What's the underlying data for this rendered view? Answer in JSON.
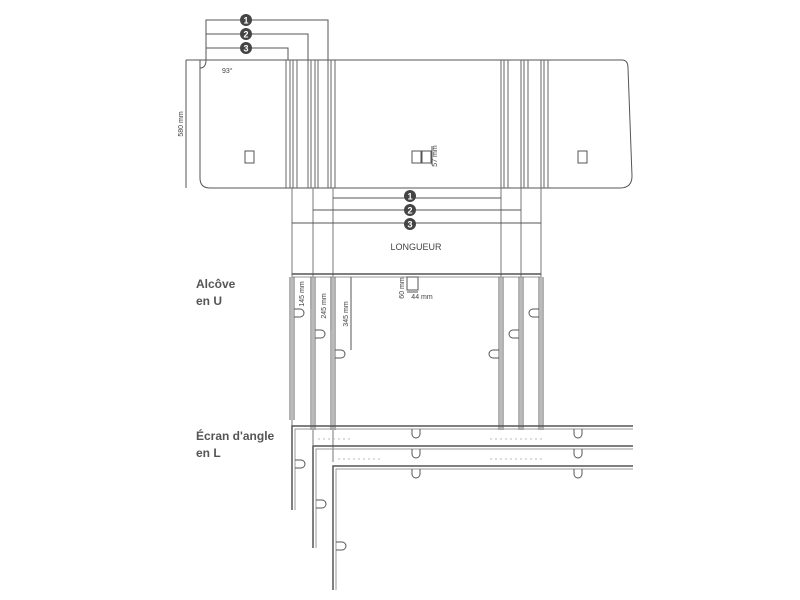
{
  "title": "",
  "layout_markers": [
    "1",
    "2",
    "3"
  ],
  "dimensions": {
    "angle": "93°",
    "panel_height": "580 mm",
    "hinge_height": "57 mm",
    "length": "LONGUEUR",
    "slot_height": "60 mm",
    "slot_width": "44 mm",
    "foot_1": "145 mm",
    "foot_2": "245 mm",
    "foot_3": "345 mm"
  },
  "sections": {
    "u_alcove_line1": "Alcôve",
    "u_alcove_line2": "en U",
    "l_corner_line1": "Écran d'angle",
    "l_corner_line2": "en L"
  },
  "colors": {
    "line": "#555555",
    "light": "#9a9a9a",
    "marker": "#444444"
  }
}
